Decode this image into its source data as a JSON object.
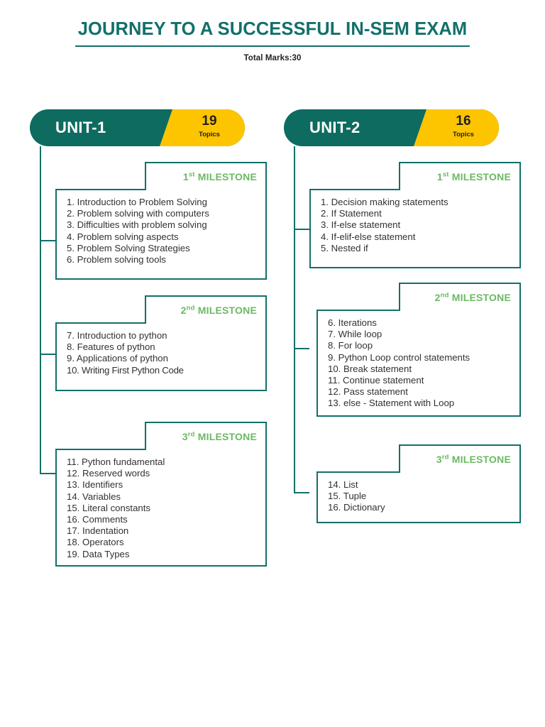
{
  "header": {
    "title": "JOURNEY TO A SUCCESSFUL IN-SEM EXAM",
    "subtitle": "Total Marks:30"
  },
  "colors": {
    "teal": "#12706a",
    "teal_dark": "#0d6b60",
    "yellow": "#fdc500",
    "green": "#6cb963",
    "text": "#333132"
  },
  "units": [
    {
      "name": "UNIT-1",
      "count": "19",
      "count_word": "Topics",
      "milestones": [
        {
          "ordinal": "1",
          "suffix": "st",
          "label": "MILESTONE",
          "items": [
            "1. Introduction to Problem Solving",
            "2. Problem solving with computers",
            "3. Difficulties with problem solving",
            "4. Problem solving aspects",
            "5. Problem Solving Strategies",
            "6. Problem solving tools"
          ]
        },
        {
          "ordinal": "2",
          "suffix": "nd",
          "label": "MILESTONE",
          "items": [
            "7. Introduction to python",
            "8. Features of python",
            "9. Applications of python",
            "10. Writing First Python Code"
          ]
        },
        {
          "ordinal": "3",
          "suffix": "rd",
          "label": "MILESTONE",
          "items": [
            "11. Python fundamental",
            "12. Reserved words",
            "13. Identifiers",
            "14. Variables",
            "15. Literal constants",
            "16. Comments",
            "17. Indentation",
            "18. Operators",
            "19. Data Types"
          ]
        }
      ]
    },
    {
      "name": "UNIT-2",
      "count": "16",
      "count_word": "Topics",
      "milestones": [
        {
          "ordinal": "1",
          "suffix": "st",
          "label": "MILESTONE",
          "items": [
            "1. Decision making statements",
            "2. If Statement",
            "3. If-else statement",
            "4. If-elif-else statement",
            "5. Nested if"
          ]
        },
        {
          "ordinal": "2",
          "suffix": "nd",
          "label": "MILESTONE",
          "items": [
            "6. Iterations",
            "7. While loop",
            "8. For loop",
            "9. Python Loop control statements",
            "10. Break statement",
            "11. Continue statement",
            "12. Pass statement",
            "13. else - Statement with Loop"
          ]
        },
        {
          "ordinal": "3",
          "suffix": "rd",
          "label": "MILESTONE",
          "items": [
            "14. List",
            "15. Tuple",
            "16. Dictionary"
          ]
        }
      ]
    }
  ]
}
